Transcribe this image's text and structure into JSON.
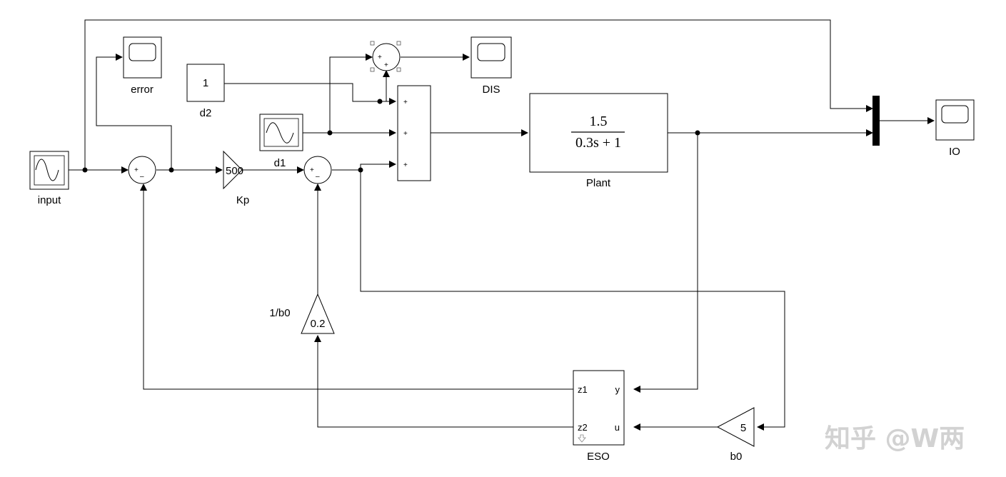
{
  "blocks": {
    "input": {
      "label": "input"
    },
    "error": {
      "label": "error"
    },
    "d2": {
      "label": "d2",
      "value": "1"
    },
    "d1": {
      "label": "d1"
    },
    "kp": {
      "label": "Kp",
      "gain": "500"
    },
    "dis": {
      "label": "DIS"
    },
    "plant": {
      "label": "Plant",
      "numerator": "1.5",
      "denominator": "0.3s + 1"
    },
    "io": {
      "label": "IO"
    },
    "inv_b0": {
      "label": "1/b0",
      "gain": "0.2"
    },
    "eso": {
      "label": "ESO",
      "port_z1": "z1",
      "port_z2": "z2",
      "port_y": "y",
      "port_u": "u"
    },
    "b0": {
      "label": "b0",
      "gain": "5"
    }
  },
  "sum_signs": {
    "plus": "+",
    "minus": "–"
  },
  "watermark": "知乎 @W两"
}
